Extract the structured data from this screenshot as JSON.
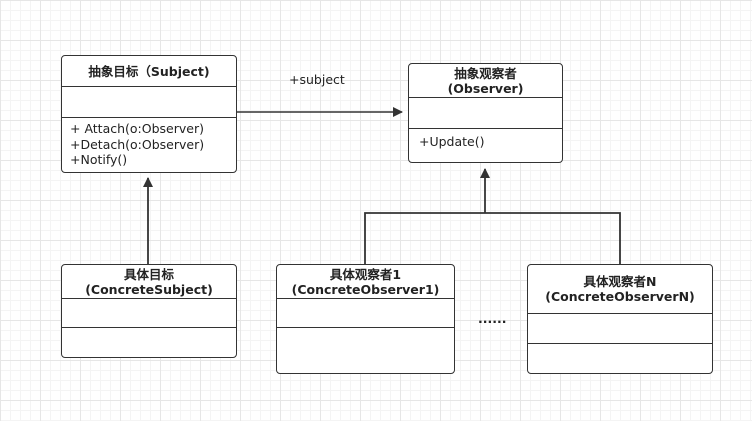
{
  "subject": {
    "title": "抽象目标（Subject)",
    "operations": [
      "+ Attach(o:Observer)",
      "+Detach(o:Observer)",
      "+Notify()"
    ]
  },
  "observer": {
    "title_line1": "抽象观察者",
    "title_line2": "(Observer)",
    "operations": [
      "+Update()"
    ]
  },
  "concrete_subject": {
    "title_line1": "具体目标",
    "title_line2": "(ConcreteSubject)"
  },
  "concrete_observer1": {
    "title_line1": "具体观察者1",
    "title_line2": "(ConcreteObserver1)"
  },
  "concrete_observer_n": {
    "title_line1": "具体观察者N",
    "title_line2": "(ConcreteObserverN)"
  },
  "association_label": "+subject",
  "ellipsis": "......",
  "colors": {
    "line": "#333333",
    "grid": "#e6e6e6",
    "background": "#ffffff"
  }
}
